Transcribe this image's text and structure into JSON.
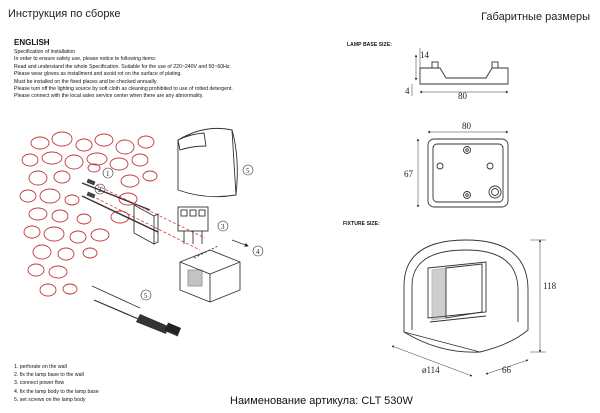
{
  "header": {
    "title_left": "Инструкция по сборке",
    "title_right": "Габаритные размеры"
  },
  "spec": {
    "language": "ENGLISH",
    "lines": [
      "Specification of installation",
      "In order to ensure safety use, please notice te following items:",
      "Read and understand the whole Specification. Suitable for the use of 220~240V and 50~60Hz.",
      "Please wear gloves as installment and avoid rot on the surface of plating.",
      "Must be installed on the fixed places and be checked annually.",
      "Please turn off the lighting source by soft cloth as cleaning prohibited to use of rotted detergent.",
      "Please connect with the local sales service center when there are any abnormality."
    ]
  },
  "dimensions": {
    "lamp_base_label": "LAMP BASE SIZE:",
    "fixture_label": "FIXTURE SIZE:",
    "base_height": "14",
    "base_thickness": "4",
    "base_width": "80",
    "base_top_width": "80",
    "base_depth": "67",
    "fixture_height": "118",
    "fixture_diameter": "ø114",
    "fixture_depth": "66"
  },
  "callouts": {
    "c1": "1",
    "c2": "2",
    "c3": "3",
    "c4": "4",
    "c5": "5"
  },
  "steps": [
    "1. perforate on the wall",
    "2. fix the lamp base to the wall",
    "3. connect power flow",
    "4. fix the lamp body to the lamp base",
    "5. set screws on the lamp body"
  ],
  "footer": {
    "article": "Наименование артикула: CLT 530W"
  }
}
